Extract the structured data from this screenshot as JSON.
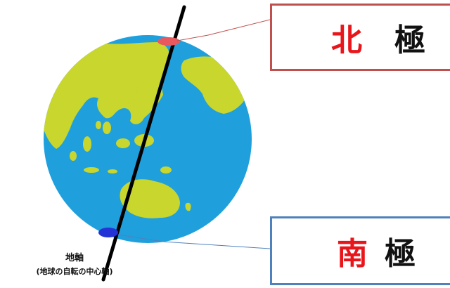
{
  "north_label": {
    "char1": "北",
    "char2": "極"
  },
  "south_label": {
    "char1": "南",
    "char2": "極"
  },
  "axis_label": {
    "title": "地軸",
    "subtitle": "(地球の自転の中心軸)"
  },
  "colors": {
    "ocean": "#1fa0dd",
    "land": "#c8d62d",
    "north_pole_marker": "#e8585f",
    "south_pole_marker": "#2433d6",
    "axis_line": "#000000",
    "north_box_border": "#c0504d",
    "south_box_border": "#4f81bd",
    "emphasis_text": "#e8161b"
  }
}
